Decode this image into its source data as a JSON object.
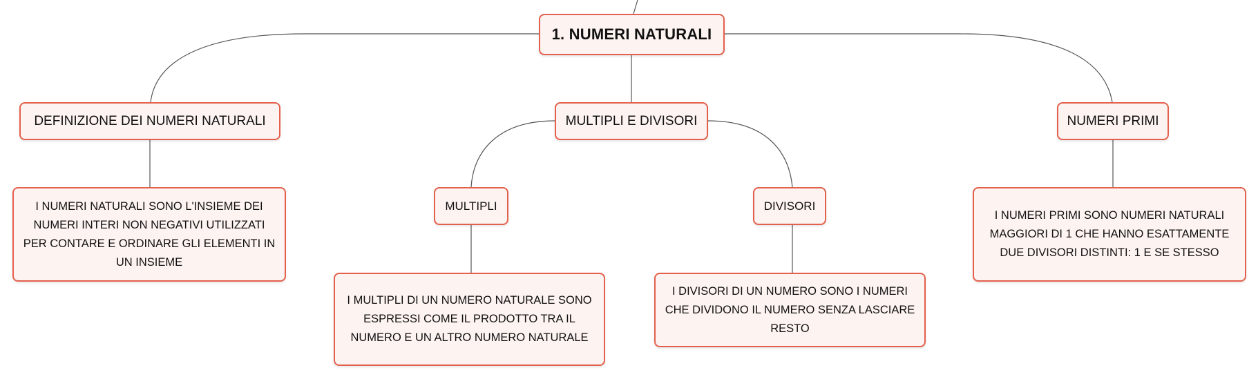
{
  "diagram": {
    "root": {
      "label": "1. NUMERI NATURALI"
    },
    "topics": {
      "definition": {
        "label": "DEFINIZIONE DEI NUMERI NATURALI",
        "detail": "I NUMERI NATURALI SONO L'INSIEME DEI NUMERI INTERI NON NEGATIVI UTILIZZATI PER CONTARE E ORDINARE GLI ELEMENTI IN UN INSIEME"
      },
      "multiples_divisors": {
        "label": "MULTIPLI E DIVISORI",
        "multiples": {
          "label": "MULTIPLI",
          "detail": "I MULTIPLI DI UN NUMERO NATURALE SONO ESPRESSI COME IL PRODOTTO TRA IL NUMERO E UN ALTRO NUMERO NATURALE"
        },
        "divisors": {
          "label": "DIVISORI",
          "detail": "I DIVISORI DI UN NUMERO SONO I NUMERI CHE DIVIDONO IL NUMERO SENZA LASCIARE RESTO"
        }
      },
      "primes": {
        "label": "NUMERI PRIMI",
        "detail": "I NUMERI PRIMI SONO NUMERI NATURALI MAGGIORI DI 1 CHE HANNO ESATTAMENTE DUE DIVISORI DISTINTI: 1 E SE STESSO"
      }
    },
    "colors": {
      "node_border": "#e4604c",
      "node_fill": "#fdf3f1",
      "connector": "#555555",
      "text": "#111111"
    }
  }
}
